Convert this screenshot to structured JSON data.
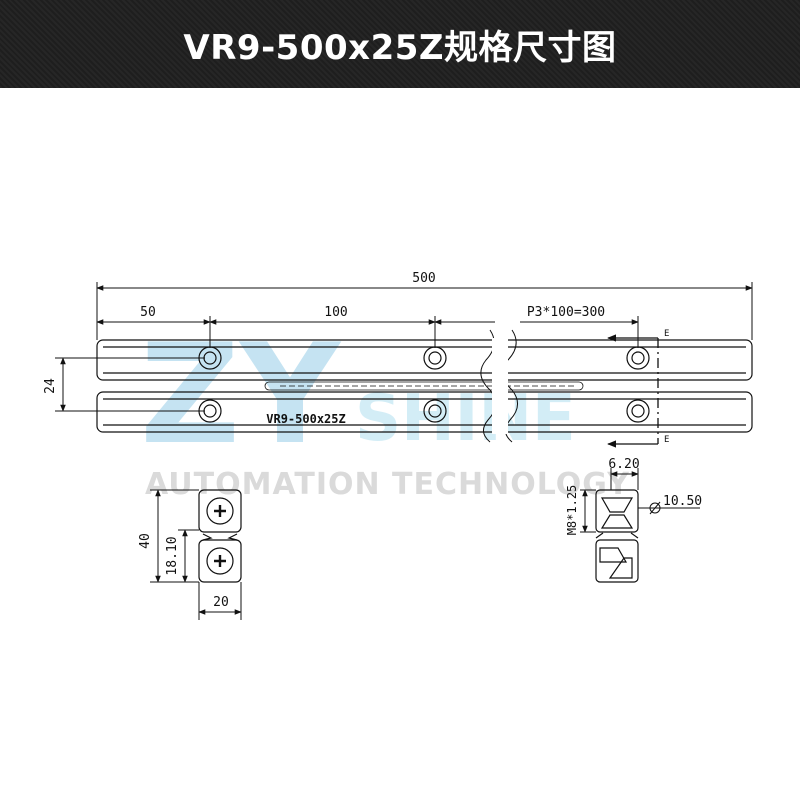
{
  "header": {
    "title": "VR9-500x25Z规格尺寸图"
  },
  "watermark": {
    "logo": "ZY",
    "brand": "SHINE",
    "tagline": "AUTOMATION TECHNOLOGY"
  },
  "drawing": {
    "part_label": "VR9-500x25Z",
    "dims": {
      "total_length": "500",
      "first_hole": "50",
      "hole_spacing": "100",
      "pitch_note": "P3*100=300",
      "height": "24",
      "end_width": "40",
      "end_half": "18.10",
      "end_depth": "20",
      "section_width": "6.20",
      "bore": "10.50",
      "thread": "M8*1.25",
      "section_mark": "E"
    }
  },
  "colors": {
    "header_bg": "#222222",
    "watermark_blue": "#7fc3e3",
    "line": "#111111"
  }
}
